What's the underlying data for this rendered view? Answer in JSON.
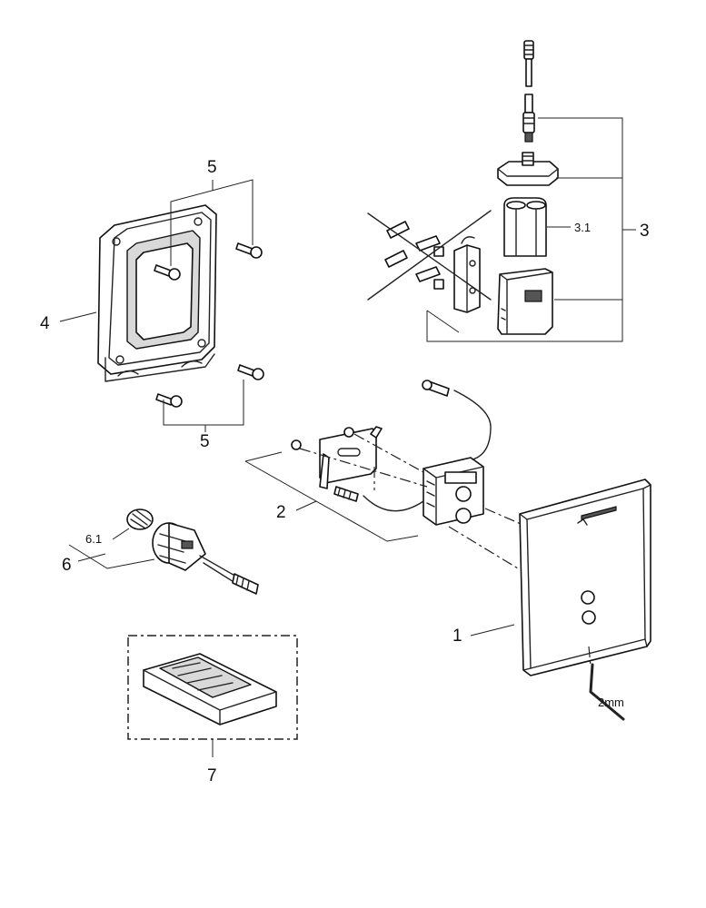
{
  "callouts": {
    "c1": "1",
    "c2": "2",
    "c3": "3",
    "c3_1": "3.1",
    "c4": "4",
    "c5_top": "5",
    "c5_bottom": "5",
    "c6": "6",
    "c6_1": "6.1",
    "c7": "7",
    "tool_size": "2mm"
  }
}
